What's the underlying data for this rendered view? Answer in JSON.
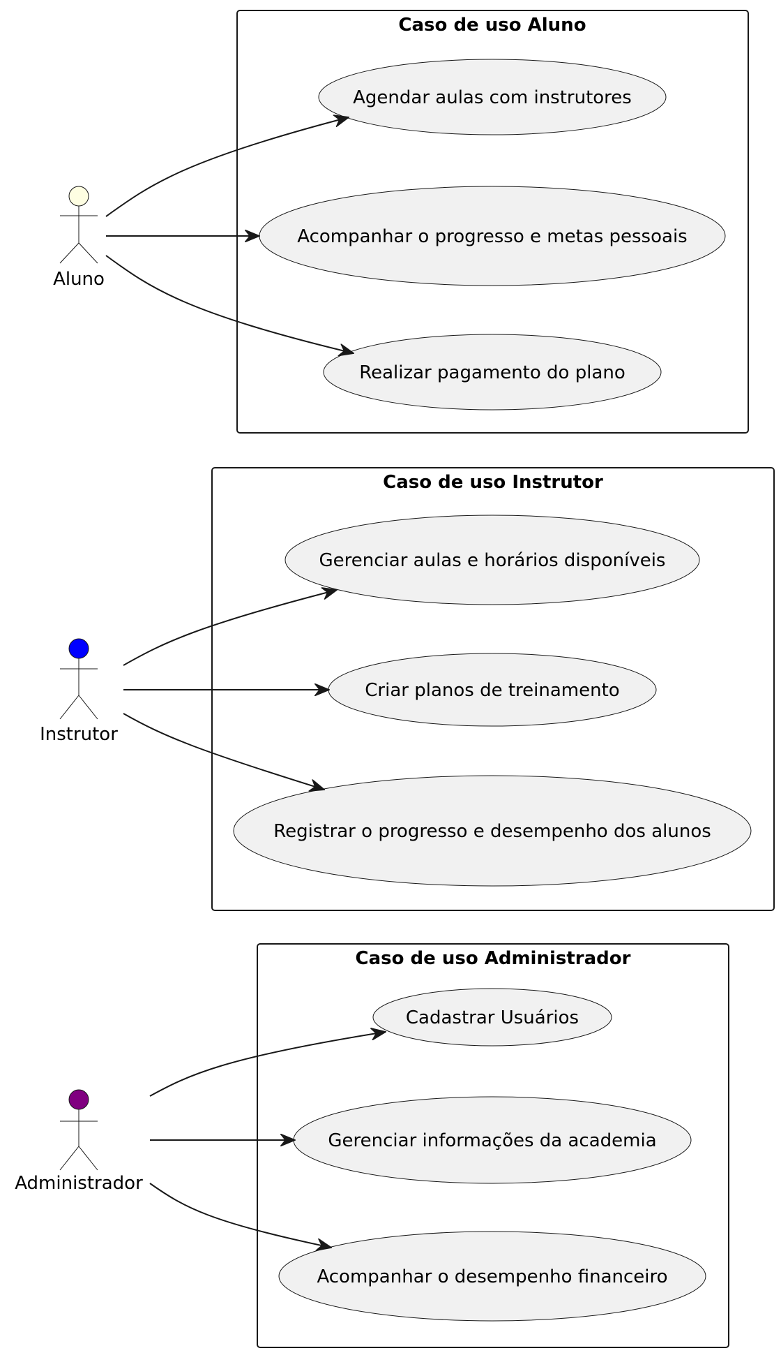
{
  "packages": [
    {
      "title": "Caso de uso Aluno",
      "actor": {
        "name": "Aluno",
        "color": "#fefee2"
      },
      "use_cases": [
        "Agendar aulas com instrutores",
        "Acompanhar o progresso e metas pessoais",
        "Realizar pagamento do plano"
      ]
    },
    {
      "title": "Caso de uso Instrutor",
      "actor": {
        "name": "Instrutor",
        "color": "#0000ff"
      },
      "use_cases": [
        "Gerenciar aulas e horários disponíveis",
        "Criar planos de treinamento",
        "Registrar o progresso e desempenho dos alunos"
      ]
    },
    {
      "title": "Caso de uso Administrador",
      "actor": {
        "name": "Administrador",
        "color": "#800080"
      },
      "use_cases": [
        "Cadastrar Usuários",
        "Gerenciar informações da academia",
        "Acompanhar o desempenho financeiro"
      ]
    }
  ]
}
